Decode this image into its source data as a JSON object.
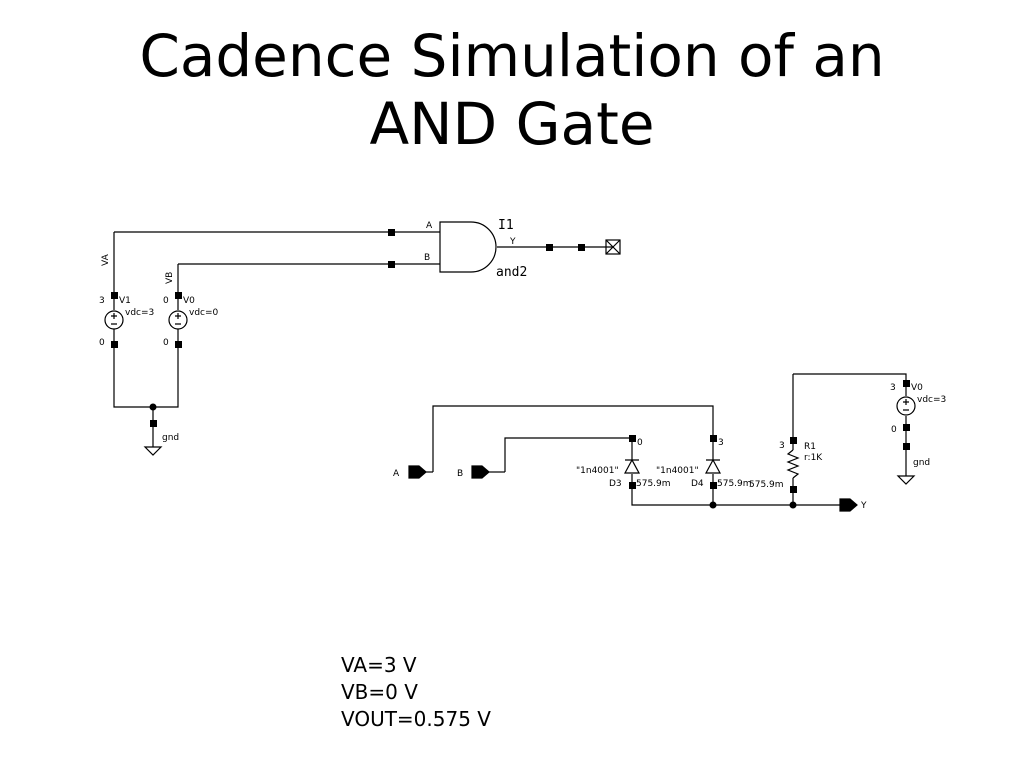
{
  "title": {
    "line1": "Cadence Simulation of an",
    "line2": "AND Gate"
  },
  "schematic1": {
    "gate": {
      "inst": "I1",
      "cell": "and2",
      "pin_a": "A",
      "pin_b": "B",
      "pin_y": "Y"
    },
    "source_a": {
      "net": "VA",
      "node": "3",
      "inst": "V1",
      "param": "vdc=3",
      "neg_node": "0"
    },
    "source_b": {
      "net": "VB",
      "node": "0",
      "inst": "V0",
      "param": "vdc=0",
      "neg_node": "0"
    },
    "ground": "gnd"
  },
  "schematic2": {
    "input_a": "A",
    "input_b": "B",
    "output": "Y",
    "diode_a": {
      "inst": "D3",
      "model": "\"1n4001\"",
      "anode_node": "0",
      "cathode_v": "575.9m"
    },
    "diode_b": {
      "inst": "D4",
      "model": "\"1n4001\"",
      "anode_node": "3",
      "cathode_v": "575.9m"
    },
    "resistor": {
      "inst": "R1",
      "param": "r:1K",
      "top_node": "3",
      "bottom_v": "575.9m"
    },
    "source": {
      "node": "3",
      "inst": "V0",
      "param": "vdc=3",
      "neg_node": "0"
    },
    "ground": "gnd"
  },
  "results": {
    "va": "VA=3 V",
    "vb": "VB=0 V",
    "vout": "VOUT=0.575 V"
  }
}
